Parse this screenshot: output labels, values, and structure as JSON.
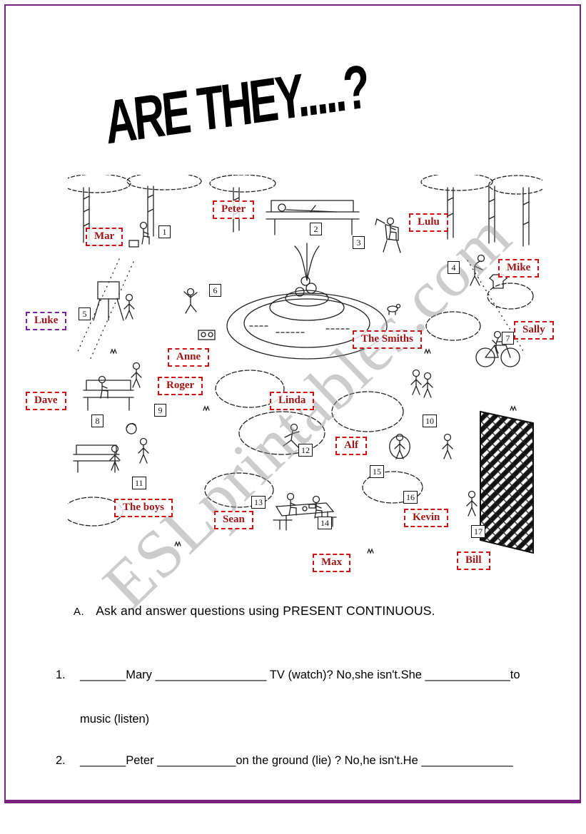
{
  "page": {
    "title": "ARE THEY.....?",
    "watermark": "ESLprintables.com",
    "border_color": "#76217e",
    "label_border_color": "#cf1111",
    "label_text_color": "#a31515",
    "luke_border_color": "#7a1fa0"
  },
  "scene": {
    "labels": [
      {
        "text": "Peter"
      },
      {
        "text": "Mar"
      },
      {
        "text": "Lulu"
      },
      {
        "text": "Mike"
      },
      {
        "text": "Luke"
      },
      {
        "text": "Sally"
      },
      {
        "text": "The Smiths"
      },
      {
        "text": "Anne"
      },
      {
        "text": "Roger"
      },
      {
        "text": "Dave"
      },
      {
        "text": "Linda"
      },
      {
        "text": "Alf"
      },
      {
        "text": "The boys"
      },
      {
        "text": "Sean"
      },
      {
        "text": "Kevin"
      },
      {
        "text": "Max"
      },
      {
        "text": "Bill"
      }
    ],
    "numbers": [
      "1",
      "2",
      "3",
      "4",
      "5",
      "6",
      "7",
      "8",
      "9",
      "10",
      "11",
      "12",
      "13",
      "14",
      "15",
      "16",
      "17"
    ]
  },
  "exercise": {
    "section": "A.",
    "instruction": "Ask and answer questions using PRESENT CONTINUOUS.",
    "q1_num": "1.",
    "q1_line1": "_______Mary _________________ TV (watch)? No,she isn't.She _____________to",
    "q1_line2": "music (listen)",
    "q2_num": "2.",
    "q2_line1": "_______Peter ____________on the ground  (lie) ? No,he isn't.He ______________"
  }
}
